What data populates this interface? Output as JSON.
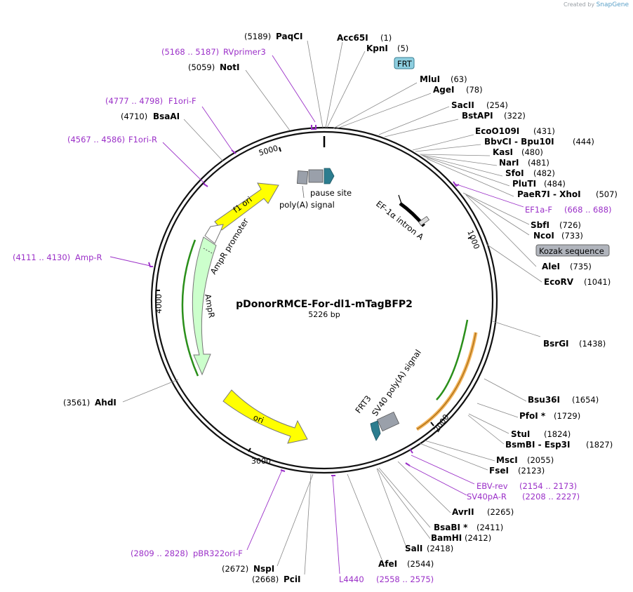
{
  "credit": {
    "prefix": "Created by",
    "brand": "SnapGene"
  },
  "plasmid": {
    "name": "pDonorRMCE-For-dl1-mTagBFP2",
    "size": "5226 bp"
  },
  "ticks": [
    "1000",
    "2000",
    "3000",
    "4000",
    "5000"
  ],
  "enzymes": [
    {
      "name": "PaqCI",
      "pos": "(5189)"
    },
    {
      "name": "Acc65I",
      "pos": "(1)"
    },
    {
      "name": "KpnI",
      "pos": "(5)"
    },
    {
      "name": "NotI",
      "pos": "(5059)"
    },
    {
      "name": "MluI",
      "pos": "(63)"
    },
    {
      "name": "AgeI",
      "pos": "(78)"
    },
    {
      "name": "SacII",
      "pos": "(254)"
    },
    {
      "name": "BstAPI",
      "pos": "(322)"
    },
    {
      "name": "BsaAI",
      "pos": "(4710)"
    },
    {
      "name": "EcoO109I",
      "pos": "(431)"
    },
    {
      "name": "BbvCI - Bpu10I",
      "pos": "(444)"
    },
    {
      "name": "KasI",
      "pos": "(480)"
    },
    {
      "name": "NarI",
      "pos": "(481)"
    },
    {
      "name": "SfoI",
      "pos": "(482)"
    },
    {
      "name": "PluTI",
      "pos": "(484)"
    },
    {
      "name": "PaeR7I - XhoI",
      "pos": "(507)"
    },
    {
      "name": "SbfI",
      "pos": "(726)"
    },
    {
      "name": "NcoI",
      "pos": "(733)"
    },
    {
      "name": "AleI",
      "pos": "(735)"
    },
    {
      "name": "EcoRV",
      "pos": "(1041)"
    },
    {
      "name": "BsrGI",
      "pos": "(1438)"
    },
    {
      "name": "AhdI",
      "pos": "(3561)"
    },
    {
      "name": "Bsu36I",
      "pos": "(1654)"
    },
    {
      "name": "PfoI *",
      "pos": "(1729)"
    },
    {
      "name": "StuI",
      "pos": "(1824)"
    },
    {
      "name": "BsmBI - Esp3I",
      "pos": "(1827)"
    },
    {
      "name": "MscI",
      "pos": "(2055)"
    },
    {
      "name": "FseI",
      "pos": "(2123)"
    },
    {
      "name": "AvrII",
      "pos": "(2265)"
    },
    {
      "name": "BsaBI *",
      "pos": "(2411)"
    },
    {
      "name": "BamHI",
      "pos": "(2412)"
    },
    {
      "name": "SalI",
      "pos": "(2418)"
    },
    {
      "name": "AfeI",
      "pos": "(2544)"
    },
    {
      "name": "NspI",
      "pos": "(2672)"
    },
    {
      "name": "PciI",
      "pos": "(2668)"
    }
  ],
  "primers": [
    {
      "name": "RVprimer3",
      "range": "(5168 .. 5187)"
    },
    {
      "name": "F1ori-F",
      "range": "(4777 .. 4798)"
    },
    {
      "name": "F1ori-R",
      "range": "(4567 .. 4586)"
    },
    {
      "name": "EF1a-F",
      "range": "(668 .. 688)"
    },
    {
      "name": "Amp-R",
      "range": "(4111 .. 4130)"
    },
    {
      "name": "EBV-rev",
      "range": "(2154 .. 2173)"
    },
    {
      "name": "SV40pA-R",
      "range": "(2208 .. 2227)"
    },
    {
      "name": "pBR322ori-F",
      "range": "(2809 .. 2828)"
    },
    {
      "name": "L4440",
      "range": "(2558 .. 2575)"
    }
  ],
  "boxed_labels": [
    "FRT",
    "Kozak sequence"
  ],
  "features": {
    "pause_site": "pause site",
    "polya_signal": "poly(A) signal",
    "ef1a_intron": "EF-1α intron A",
    "f1_ori": "f1 ori",
    "ampr_promoter": "AmpR promoter",
    "ampr": "AmpR",
    "ori": "ori",
    "frt3": "FRT3",
    "sv40": "SV40 poly(A) signal"
  },
  "colors": {
    "backbone": "#111111",
    "primer": "#9b30c8",
    "f1_ori": "#ffff00",
    "ampr": "#ccffcc",
    "ori": "#ffff00",
    "frt_box": "#8ecfe0",
    "kozak_box": "#b0b4bc",
    "teal": "#2c7d8f",
    "gray": "#9aa0aa"
  }
}
